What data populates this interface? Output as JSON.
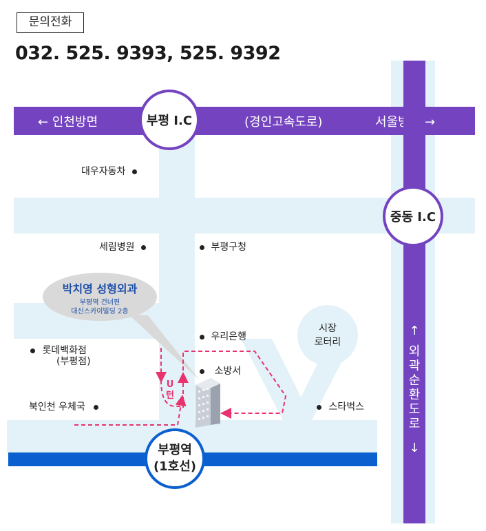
{
  "header": {
    "label": "문의전화",
    "phone": "032. 525. 9393,  525. 9392"
  },
  "highway": {
    "west": "← 인천방면",
    "center": "(경인고속도로)",
    "east": "서울방면 →"
  },
  "interchanges": {
    "bupyeong": "부평 I.C",
    "jungdong": "중동 I.C"
  },
  "outer_ring": {
    "arrow_up": "↑",
    "name": "외곽순환도로",
    "arrow_down": "↓"
  },
  "station": {
    "name": "부평역",
    "line": "(1호선)"
  },
  "destination": {
    "name": "박치영 성형외과",
    "line1": "부평역 건너편",
    "line2": "대신스카이빌딩 2층"
  },
  "rotary": {
    "line1": "시장",
    "line2": "로터리"
  },
  "uturn": "U턴",
  "landmarks": {
    "daewoo": "대우자동차",
    "serim": "세림병원",
    "gucheong": "부평구청",
    "woori": "우리은행",
    "lotte": "롯데백화점",
    "lotte_branch": "(부평점)",
    "fire": "소방서",
    "post": "북인천 우체국",
    "starbucks": "스타벅스"
  },
  "colors": {
    "highway": "#7443c0",
    "rail": "#0b5fcf",
    "road": "#e3f2f8",
    "route": "#e8336e",
    "destination_text": "#1d4fa8"
  }
}
